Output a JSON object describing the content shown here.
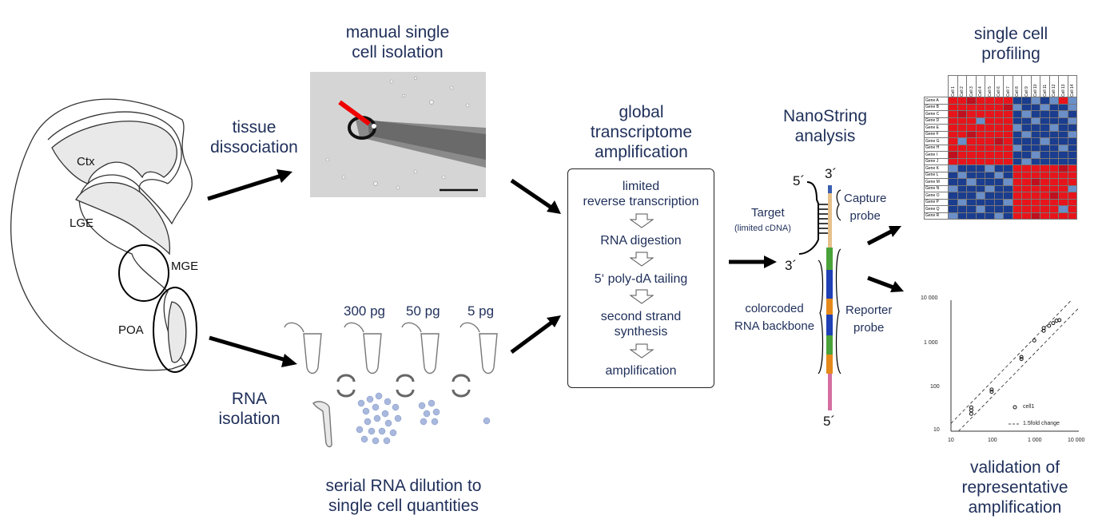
{
  "labels": {
    "manual_isolation": "manual single\ncell isolation",
    "single_cell_profiling": "single cell\nprofiling",
    "tissue_dissociation": "tissue\ndissociation",
    "global_amp": "global\ntranscriptome\namplification",
    "nanostring": "NanoString\nanalysis",
    "rna_isolation": "RNA\nisolation",
    "serial_dilution": "serial RNA dilution to\nsingle cell quantities",
    "validation": "validation of\nrepresentative\namplification"
  },
  "brain": {
    "ctx": "Ctx",
    "lge": "LGE",
    "mge": "MGE",
    "poa": "POA"
  },
  "dilution": {
    "amount_1": "300 pg",
    "amount_2": "50 pg",
    "amount_3": "5 pg"
  },
  "flow_steps": [
    "limited\nreverse transcription",
    "RNA digestion",
    "5‘ poly-dA tailing",
    "second strand\nsynthesis",
    "amplification"
  ],
  "probe": {
    "five_prime_top": "5´",
    "three_prime_top": "3´",
    "three_prime_bottom": "3´",
    "five_prime_bottom": "5´",
    "target": "Target",
    "target_sub": "(limited cDNA)",
    "capture": "Capture\nprobe",
    "reporter": "Reporter\nprobe",
    "backbone": "colorcoded\nRNA backbone"
  },
  "heatmap": {
    "columns": [
      "Cell 1",
      "Cell 2",
      "Cell 3",
      "Cell 4",
      "Cell 5",
      "Cell 6",
      "Cell 7",
      "Cell 8",
      "Cell 9",
      "Cell 10",
      "Cell 11",
      "Cell 12",
      "Cell 13",
      "Cell 14"
    ],
    "rows": [
      "Gene A",
      "Gene B",
      "Gene C",
      "Gene D",
      "Gene E",
      "Gene F",
      "Gene G",
      "Gene H",
      "Gene I",
      "Gene J",
      "Gene K",
      "Gene L",
      "Gene M",
      "Gene N",
      "Gene O",
      "Gene P",
      "Gene Q",
      "Gene R"
    ],
    "colors": {
      "high": "#e8141b",
      "mid_high": "#c00f1e",
      "mid_low": "#6b8fc8",
      "low": "#1a3d8f"
    },
    "matrix": [
      "RRHRRRRLLMLMRM",
      "RRRRRRHMLLMLLM",
      "RHRRRRRLMLLLML",
      "RRRMRRRLLMLLLM",
      "RRRRRRRMLLLMLL",
      "RRHRRRRLMLLLLM",
      "RMRRRHRLLLMLLL",
      "RRRRRRRMLLLLML",
      "HRRRRRRLLMLLLL",
      "RRRRRRRLMLLLLL",
      "MLLLMLLRRRRRHR",
      "LMLLLMLRRRRRRR",
      "LLMLLLMRRHRRRR",
      "MLLLMLLRRRRRRM",
      "LLLMLLLRRRRHRR",
      "LMLLLLMRRRRRRR",
      "LLLMLLLRRRRRMR",
      "MLLLLMLRRHRRRR"
    ]
  },
  "scatter": {
    "y_ticks": [
      "10 000",
      "1 000",
      "100",
      "10"
    ],
    "x_ticks": [
      "10",
      "100",
      "1 000",
      "10 000"
    ],
    "legend_points": "cell1",
    "legend_line": "1.5fold change"
  },
  "chart_data": {
    "type": "scatter",
    "xscale": "log",
    "yscale": "log",
    "xlim": [
      10,
      10000
    ],
    "ylim": [
      10,
      10000
    ],
    "series": [
      {
        "name": "cell1",
        "points": [
          [
            30,
            25
          ],
          [
            30,
            30
          ],
          [
            30,
            35
          ],
          [
            90,
            80
          ],
          [
            90,
            90
          ],
          [
            450,
            450
          ],
          [
            450,
            500
          ],
          [
            900,
            1200
          ],
          [
            1500,
            2000
          ],
          [
            1500,
            2300
          ],
          [
            2000,
            2600
          ],
          [
            2500,
            3000
          ],
          [
            3000,
            3400
          ],
          [
            3500,
            3500
          ]
        ]
      }
    ]
  }
}
